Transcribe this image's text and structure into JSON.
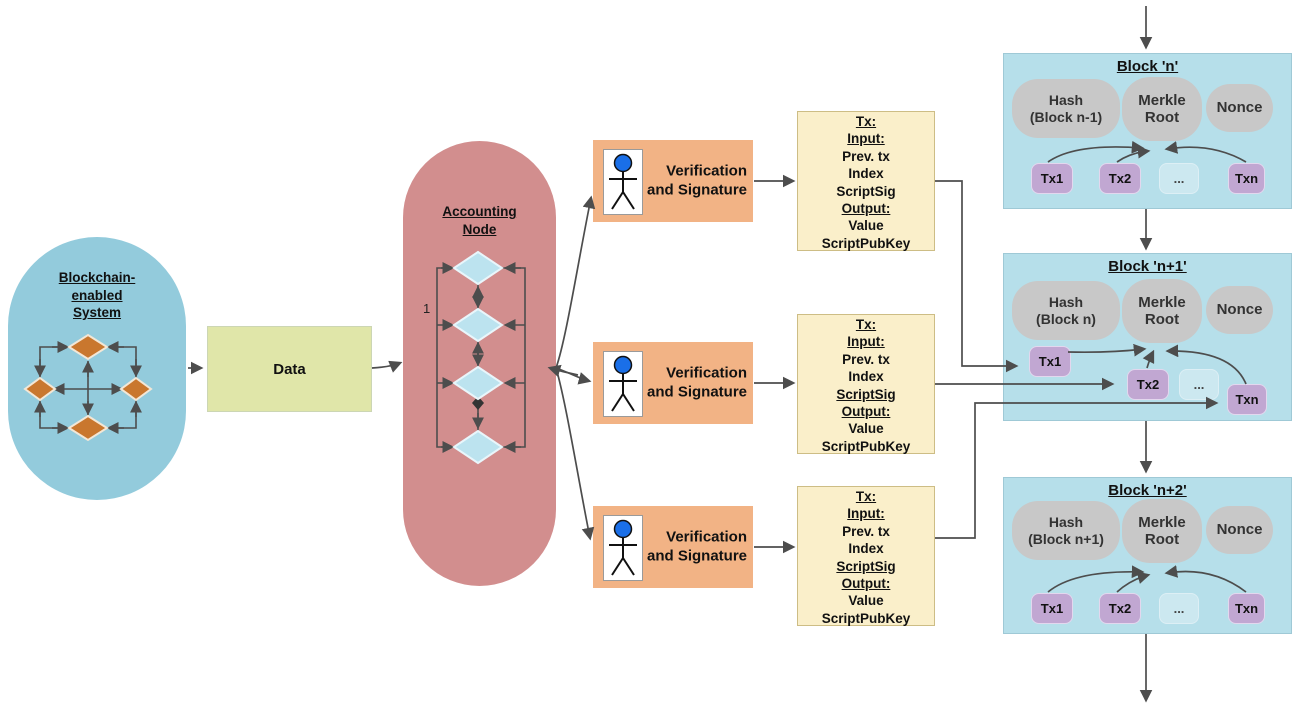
{
  "system": {
    "label": "Blockchain-enabled System"
  },
  "data_box": {
    "label": "Data"
  },
  "accounting_node": {
    "label": "Accounting Node",
    "rail_label": "1"
  },
  "verification_boxes": [
    {
      "label": "Verification and Signature"
    },
    {
      "label": "Verification and Signature"
    },
    {
      "label": "Verification and Signature"
    }
  ],
  "tx_boxes": [
    {
      "lines": [
        "Tx:",
        "Input:",
        "Prev. tx",
        "Index",
        "ScriptSig",
        "Output:",
        "Value",
        "ScriptPubKey"
      ]
    },
    {
      "lines": [
        "Tx:",
        "Input:",
        "Prev. tx",
        "Index",
        "ScriptSig",
        "Output:",
        "Value",
        "ScriptPubKey"
      ]
    },
    {
      "lines": [
        "Tx:",
        "Input:",
        "Prev. tx",
        "Index",
        "ScriptSig",
        "Output:",
        "Value",
        "ScriptPubKey"
      ]
    }
  ],
  "blocks": [
    {
      "title": "Block 'n'",
      "hash": [
        "Hash",
        "(Block n-1)"
      ],
      "merkle": [
        "Merkle",
        "Root"
      ],
      "nonce": "Nonce",
      "chips": [
        "Tx1",
        "Tx2",
        "...",
        "Txn"
      ]
    },
    {
      "title": "Block 'n+1'",
      "hash": [
        "Hash",
        "(Block n)"
      ],
      "merkle": [
        "Merkle",
        "Root"
      ],
      "nonce": "Nonce",
      "chips": [
        "Tx1",
        "Tx2",
        "...",
        "Txn"
      ]
    },
    {
      "title": "Block 'n+2'",
      "hash": [
        "Hash",
        "(Block n+1)"
      ],
      "merkle": [
        "Merkle",
        "Root"
      ],
      "nonce": "Nonce",
      "chips": [
        "Tx1",
        "Tx2",
        "...",
        "Txn"
      ]
    }
  ],
  "colors": {
    "system_capsule": "#93cbdc",
    "accounting_capsule": "#d28e8e",
    "data_box": "#e0e6a9",
    "verification_box": "#f2b385",
    "tx_box": "#faefca",
    "block_background": "#b6dfea",
    "hash_pill": "#c8c8c8",
    "tx_chip": "#c1a7d2",
    "diamond_orange": "#c9772e",
    "diamond_blue": "#bce3ef",
    "arrow": "#4d4d4d"
  }
}
